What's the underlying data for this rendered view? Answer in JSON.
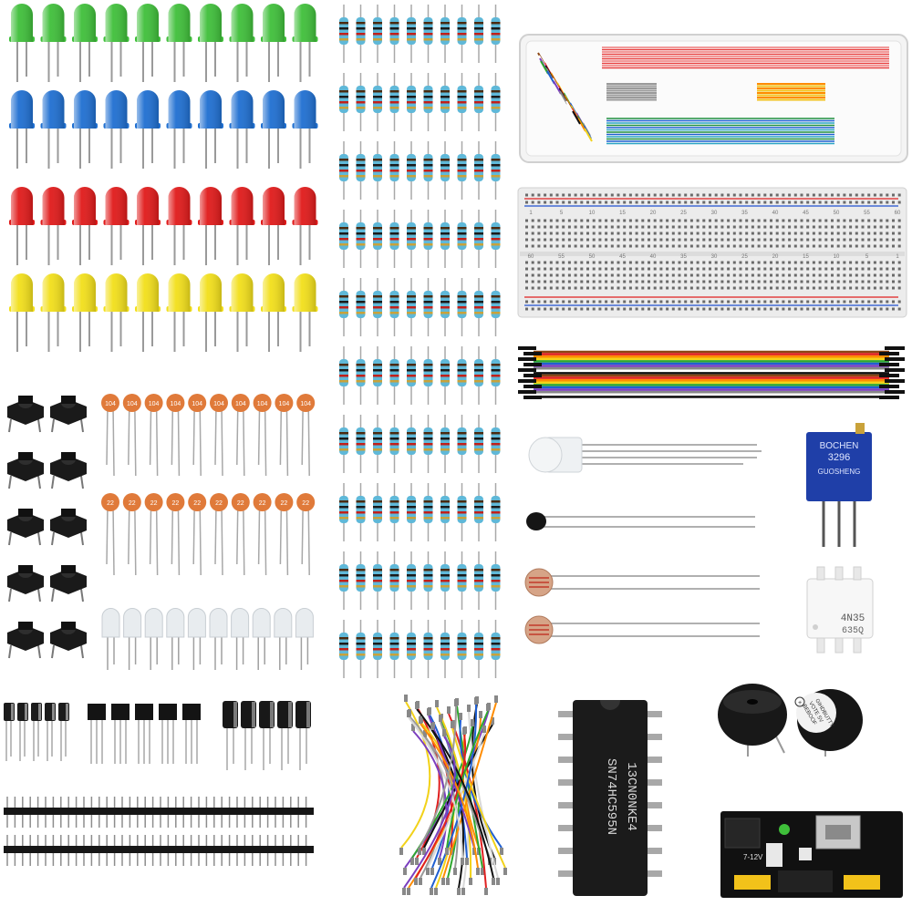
{
  "image": {
    "subject": "electronics-starter-kit",
    "background": "#ffffff"
  },
  "components": {
    "leds": {
      "colors": [
        "#3fbf3a",
        "#1f6fd1",
        "#e01a1a",
        "#f2df1a"
      ],
      "per_row": 10
    },
    "white_leds": {
      "count": 10,
      "color": "#e8ecef"
    },
    "buttons": {
      "count": 10,
      "color": "#1a1a1a"
    },
    "ceramic_caps": {
      "row1_code": "104",
      "row2_code": "22",
      "count_per_row": 10,
      "color": "#e07a3a"
    },
    "resistors": {
      "columns": 10,
      "rows": 10,
      "color": "#5fb8d8"
    },
    "electrolytic_caps": {
      "count": 5
    },
    "transistors_left": {
      "count": 5
    },
    "electrolytic_caps_tall": {
      "count": 5
    },
    "pin_headers": {
      "rows": 2
    },
    "jumper_box": {
      "color": "#f3f3f3"
    },
    "breadboard": {
      "top_numbers": [
        "1",
        "5",
        "10",
        "15",
        "20",
        "25",
        "30",
        "35",
        "40",
        "45",
        "50",
        "55",
        "60"
      ],
      "bottom_numbers": [
        "60",
        "55",
        "50",
        "45",
        "40",
        "35",
        "30",
        "25",
        "20",
        "15",
        "10",
        "5",
        "1"
      ],
      "rail_red": "#e02020",
      "rail_blue": "#2050d0"
    },
    "ribbon_colors": [
      "#8b4513",
      "#e02020",
      "#ff8c00",
      "#f2d21a",
      "#2fa82f",
      "#1f5fd1",
      "#7b3fbf",
      "#888888",
      "#ffffff",
      "#111111"
    ],
    "potentiometer": {
      "line1": "BOCHEN",
      "line2": "3296",
      "line3": "GUOSHENG",
      "color": "#1f3fa8"
    },
    "optocoupler": {
      "line1": "4N35",
      "line2": "635Q"
    },
    "ic": {
      "line1": "13CN0NKE4",
      "line2": "SN74HC595N"
    },
    "buzzer": {
      "label_lines": [
        "GIHDBUTTY",
        "VOTE 5V",
        "BEBOOF"
      ]
    },
    "power_module": {
      "voltage_label": "7-12V",
      "color": "#111111"
    }
  }
}
